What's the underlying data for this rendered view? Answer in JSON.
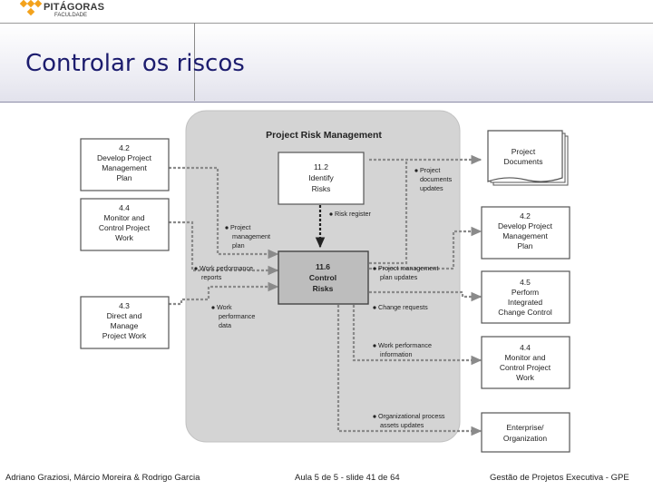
{
  "header": {
    "logo_name": "PITÁGORAS",
    "logo_sub": "FACULDADE",
    "page_title": "Controlar os riscos"
  },
  "diagram": {
    "title": "Project Risk Management",
    "process_identify": [
      "11.2",
      "Identify",
      "Risks"
    ],
    "process_control": [
      "11.6",
      "Control",
      "Risks"
    ],
    "inputs": {
      "develop_plan": [
        "4.2",
        "Develop Project",
        "Management",
        "Plan"
      ],
      "monitor_control": [
        "4.4",
        "Monitor and",
        "Control Project",
        "Work"
      ],
      "direct_manage": [
        "4.3",
        "Direct and",
        "Manage",
        "Project Work"
      ]
    },
    "outputs": {
      "project_documents": [
        "Project",
        "Documents"
      ],
      "develop_plan": [
        "4.2",
        "Develop Project",
        "Management",
        "Plan"
      ],
      "perform_change": [
        "4.5",
        "Perform",
        "Integrated",
        "Change Control"
      ],
      "monitor_control": [
        "4.4",
        "Monitor and",
        "Control Project",
        "Work"
      ],
      "enterprise": [
        "Enterprise/",
        "Organization"
      ]
    },
    "flow_labels": {
      "project_documents_updates": [
        "Project",
        "documents",
        "updates"
      ],
      "risk_register": [
        "Risk register"
      ],
      "project_management_plan": [
        "Project",
        "management",
        "plan"
      ],
      "work_performance_reports": [
        "Work performance",
        "reports"
      ],
      "work_performance_data": [
        "Work",
        "performance",
        "data"
      ],
      "pm_plan_updates": [
        "Project management",
        "plan updates"
      ],
      "change_requests": [
        "Change requests"
      ],
      "work_performance_information": [
        "Work performance",
        "information"
      ],
      "opa_updates": [
        "Organizational process",
        "assets updates"
      ]
    }
  },
  "footer": {
    "authors": "Adriano Graziosi, Márcio Moreira & Rodrigo Garcia",
    "slide": "Aula 5 de 5 - slide 41 de 64",
    "course": "Gestão de Projetos Executiva - GPE"
  },
  "colors": {
    "title": "#1c1c6e",
    "panel": "#d4d4d4",
    "box_border": "#555555",
    "arrow": "#8a8a8a",
    "logo_orange": "#f3a21c"
  }
}
